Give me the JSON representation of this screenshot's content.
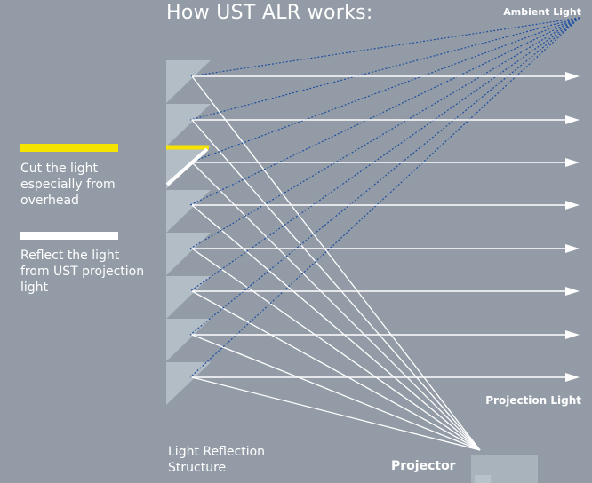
{
  "title": "How UST ALR works:",
  "legend": {
    "items": [
      {
        "text": "Cut the light especially from overhead",
        "color": "#f4e400"
      },
      {
        "text": "Reflect the light from UST projection light",
        "color": "#ffffff"
      }
    ]
  },
  "labels": {
    "ambient_light": "Ambient Light",
    "projection_light": "Projection Light",
    "structure_line1": "Light Reflection",
    "structure_line2": "Structure",
    "projector": "Projector"
  },
  "colors": {
    "background": "#939ca6",
    "prism": "#b3bdc6",
    "ambient_ray": "#1f4fa0",
    "projection_ray": "#ffffff",
    "highlight_yellow": "#f4e400"
  }
}
